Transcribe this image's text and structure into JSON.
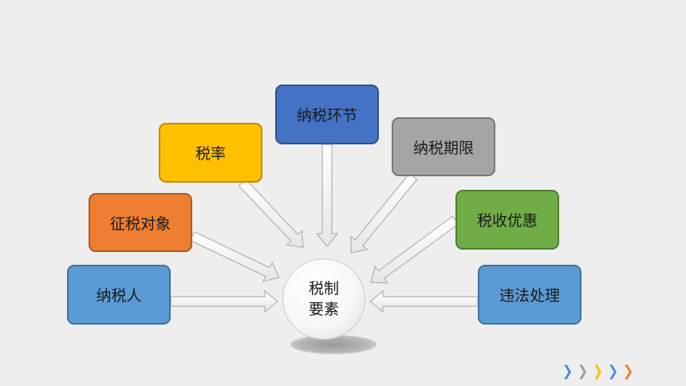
{
  "center": {
    "line1": "税制",
    "line2": "要素"
  },
  "nodes": {
    "taxpayer": {
      "label": "纳税人",
      "color": "#5b9bd5",
      "border": "#41719c"
    },
    "object": {
      "label": "征税对象",
      "color": "#ed7d31",
      "border": "#ae5a21"
    },
    "rate": {
      "label": "税率",
      "color": "#ffc000",
      "border": "#bc8c00"
    },
    "stage": {
      "label": "纳税环节",
      "color": "#4472c4",
      "border": "#2f528f"
    },
    "deadline": {
      "label": "纳税期限",
      "color": "#a5a5a5",
      "border": "#787878"
    },
    "preference": {
      "label": "税收优惠",
      "color": "#70ad47",
      "border": "#507e32"
    },
    "violation": {
      "label": "违法处理",
      "color": "#5b9bd5",
      "border": "#41719c"
    }
  },
  "nav_arrows": [
    {
      "icon": "chevron-right-icon",
      "color": "#4a90d9"
    },
    {
      "icon": "chevron-right-icon",
      "color": "#9e9e9e"
    },
    {
      "icon": "chevron-right-icon",
      "color": "#ffc000"
    },
    {
      "icon": "chevron-right-icon",
      "color": "#4a90d9"
    },
    {
      "icon": "chevron-right-icon",
      "color": "#ed7d31"
    }
  ]
}
